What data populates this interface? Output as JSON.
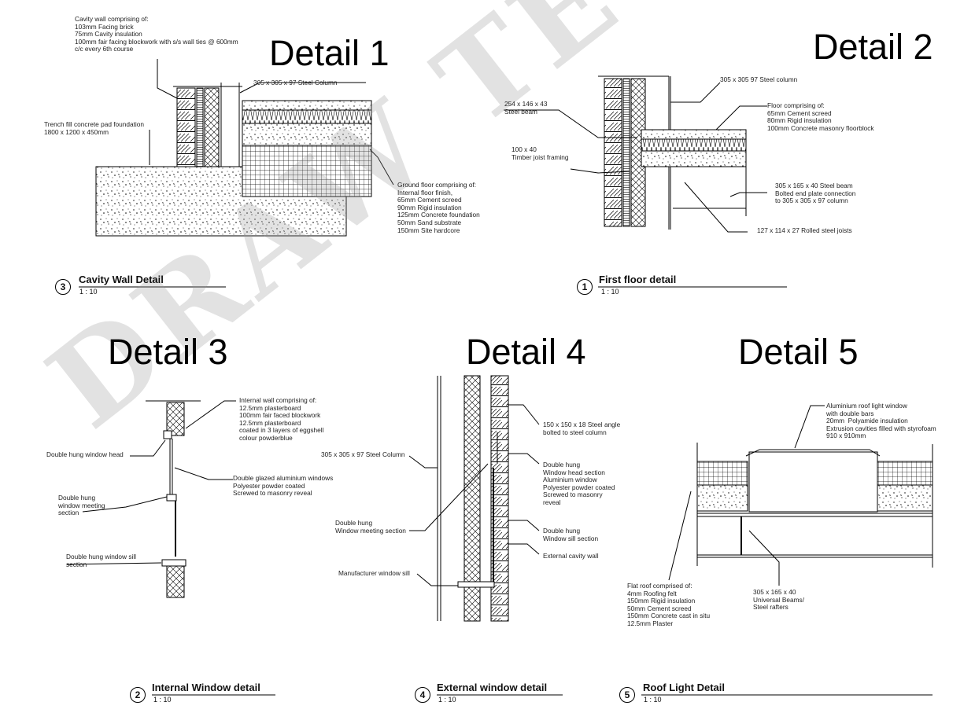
{
  "watermark": "DRAW TECHNO",
  "details": [
    {
      "title": "Detail 1",
      "number": "3",
      "caption": "Cavity Wall Detail",
      "scale": "1 : 10",
      "notes": [
        "Cavity wall comprising of:\n103mm Facing brick\n75mm Cavity insulation\n100mm fair facing blockwork with s/s wall ties @ 600mm\nc/c every 6th course",
        "305 x 305 x 97 Steel Column",
        "Trench fill concrete pad foundation\n1800 x 1200 x 450mm",
        "Ground floor comprising of:\nInternal floor finish,\n65mm Cement screed\n90mm Rigid insulation\n125mm Concrete foundation\n50mm Sand substrate\n150mm Site hardcore"
      ]
    },
    {
      "title": "Detail 2",
      "number": "1",
      "caption": "First floor detail",
      "scale": "1 : 10",
      "notes": [
        "305 x 305 97 Steel column",
        "254 x 146 x 43\nSteel beam",
        "Floor comprising of:\n65mm Cement screed\n80mm Rigid insulation\n100mm Concrete masonry floorblock",
        "100 x 40\nTimber joist framing",
        "305 x 165 x 40 Steel beam\nBolted end plate connection\nto 305 x 305 x 97 column",
        "127 x 114 x 27 Rolled steel joists"
      ]
    },
    {
      "title": "Detail 3",
      "number": "2",
      "caption": "Internal Window detail",
      "scale": "1 : 10",
      "notes": [
        "Internal wall comprising of:\n12.5mm plasterboard\n100mm fair faced blockwork\n12.5mm plasterboard\ncoated in 3 layers of eggshell\ncolour powderblue",
        "Double hung window head",
        "Double glazed aluminium windows\nPolyester powder coated\nScrewed to masonry reveal",
        "Double hung\nwindow meeting\nsection",
        "Double hung window sill\nsection"
      ]
    },
    {
      "title": "Detail 4",
      "number": "4",
      "caption": "External window detail",
      "scale": "1 : 10",
      "notes": [
        "150 x 150 x 18 Steel angle\nbolted to steel column",
        "305 x 305 x 97 Steel Column",
        "Double hung\nWindow head section\nAluminium window\nPolyester powder coated\nScrewed to masonry\nreveal",
        "Double hung\nWindow meeting section",
        "Double hung\nWindow sill section",
        "External cavity wall",
        "Manufacturer window sill"
      ]
    },
    {
      "title": "Detail 5",
      "number": "5",
      "caption": "Roof Light Detail",
      "scale": "1 : 10",
      "notes": [
        "Aluminium roof light window\nwith double bars\n20mm  Polyamide insulation\nExtrusion cavities filled with styrofoam\n910 x 910mm",
        "Flat roof comprised of:\n4mm Roofing felt\n150mm Rigid insulation\n50mm Cement screed\n150mm Concrete cast in situ\n12.5mm Plaster",
        "305 x 165 x 40\nUniversal Beams/\nSteel rafters"
      ]
    }
  ]
}
